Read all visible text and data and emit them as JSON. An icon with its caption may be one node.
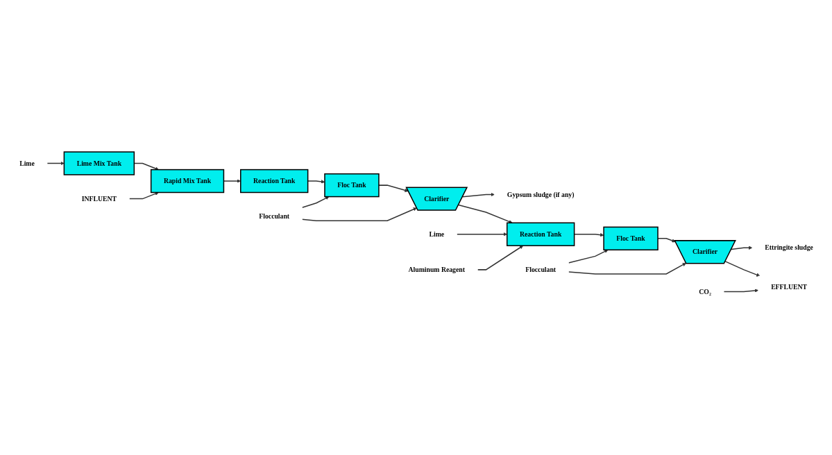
{
  "diagram": {
    "nodes": [
      {
        "text": [
          "Lime"
        ]
      },
      {
        "text": [
          "Lime Mix Tank"
        ]
      },
      {
        "text": [
          "INFLUENT"
        ]
      },
      {
        "text": [
          "Rapid Mix Tank"
        ]
      },
      {
        "text": [
          "Reaction Tank"
        ]
      },
      {
        "text": [
          "Flocculant"
        ]
      },
      {
        "text": [
          "Floc Tank"
        ]
      },
      {
        "text": [
          "Clarifier"
        ]
      },
      {
        "text": [
          "Gypsum sludge (if any)"
        ]
      },
      {
        "text": [
          "Lime"
        ]
      },
      {
        "text": [
          "Aluminum Reagent"
        ]
      },
      {
        "text": [
          "Reaction Tank"
        ]
      },
      {
        "text": [
          "Flocculant"
        ]
      },
      {
        "text": [
          "Floc Tank"
        ]
      },
      {
        "text": [
          "Clarifier"
        ]
      },
      {
        "text": [
          "CO₂"
        ]
      },
      {
        "text": [
          "Ettringite sludge"
        ]
      },
      {
        "text": [
          "EFFLUENT"
        ]
      }
    ],
    "edges": [
      {
        "from": 0,
        "to": 1,
        "arrow": "to"
      },
      {
        "from": 1,
        "to": 3,
        "arrow": "to"
      },
      {
        "from": 2,
        "to": 3,
        "arrow": "to"
      },
      {
        "from": 3,
        "to": 4,
        "arrow": "to"
      },
      {
        "from": 4,
        "to": 6,
        "arrow": "to"
      },
      {
        "from": 5,
        "to": 6,
        "arrow": "to"
      },
      {
        "from": 5,
        "to": 7,
        "arrow": "to"
      },
      {
        "from": 6,
        "to": 7,
        "arrow": "to"
      },
      {
        "from": 7,
        "to": 8,
        "arrow": "to"
      },
      {
        "from": 7,
        "to": 11,
        "arrow": "to"
      },
      {
        "from": 9,
        "to": 11,
        "arrow": "to"
      },
      {
        "from": 10,
        "to": 11,
        "arrow": "to"
      },
      {
        "from": 11,
        "to": 13,
        "arrow": "to"
      },
      {
        "from": 12,
        "to": 13,
        "arrow": "to"
      },
      {
        "from": 12,
        "to": 14,
        "arrow": "to"
      },
      {
        "from": 13,
        "to": 14,
        "arrow": "to"
      },
      {
        "from": 14,
        "to": 16,
        "arrow": "to"
      },
      {
        "from": 14,
        "to": 17,
        "arrow": "to"
      },
      {
        "from": 15,
        "to": 17,
        "arrow": "to"
      }
    ]
  }
}
